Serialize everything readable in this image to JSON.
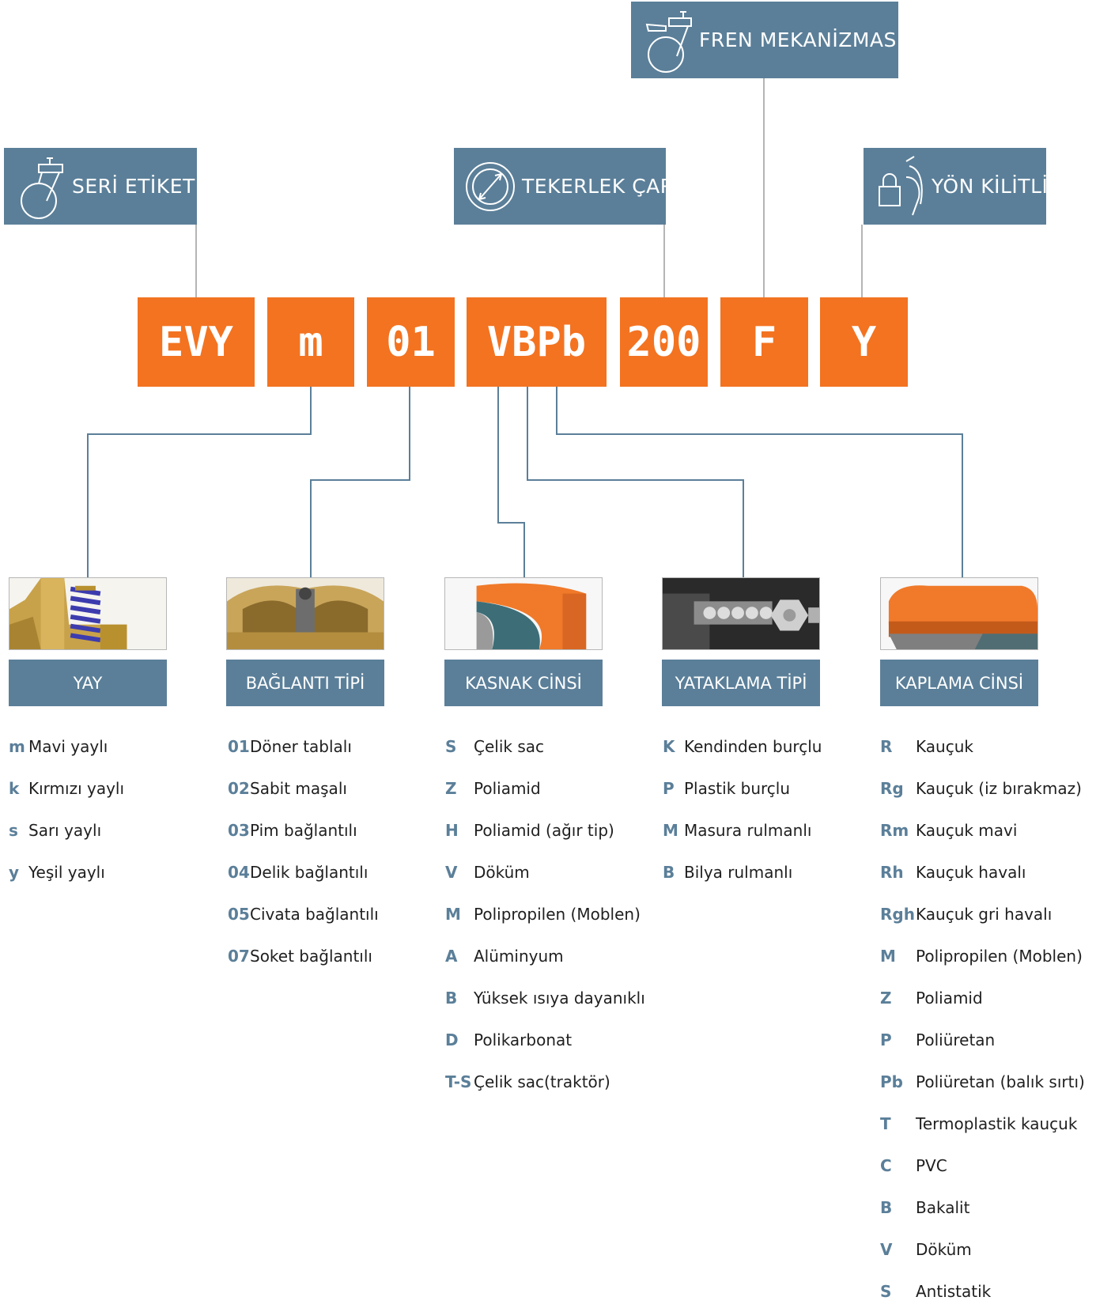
{
  "colors": {
    "steel_blue": "#5b7f99",
    "orange": "#f37321",
    "connector_gray": "#b5b5b5"
  },
  "headers": [
    {
      "icon": "caster-wheel-icon",
      "label": "SERİ ETİKETİ"
    },
    {
      "icon": "diameter-icon",
      "label": "TEKERLEK ÇAPI"
    },
    {
      "icon": "brake-caster-icon",
      "label": "FREN MEKANİZMASI"
    },
    {
      "icon": "padlock-caster-icon",
      "label": "YÖN KİLİTLİ"
    }
  ],
  "code_segments": [
    "EVY",
    "m",
    "01",
    "VBPb",
    "200",
    "F",
    "Y"
  ],
  "categories": [
    {
      "photo": "spring-photo",
      "label": "YAY",
      "options": [
        {
          "code": "m",
          "text": "Mavi yaylı"
        },
        {
          "code": "k",
          "text": "Kırmızı yaylı"
        },
        {
          "code": "s",
          "text": "Sarı yaylı"
        },
        {
          "code": "y",
          "text": "Yeşil yaylı"
        }
      ]
    },
    {
      "photo": "connection-photo",
      "label": "BAĞLANTI TİPİ",
      "options": [
        {
          "code": "01",
          "text": "Döner tablalı"
        },
        {
          "code": "02",
          "text": "Sabit maşalı"
        },
        {
          "code": "03",
          "text": "Pim bağlantılı"
        },
        {
          "code": "04",
          "text": "Delik bağlantılı"
        },
        {
          "code": "05",
          "text": "Civata bağlantılı"
        },
        {
          "code": "07",
          "text": "Soket bağlantılı"
        }
      ]
    },
    {
      "photo": "rim-photo",
      "label": "KASNAK CİNSİ",
      "options": [
        {
          "code": "S",
          "text": "Çelik sac"
        },
        {
          "code": "Z",
          "text": "Poliamid"
        },
        {
          "code": "H",
          "text": "Poliamid (ağır tip)"
        },
        {
          "code": "V",
          "text": "Döküm"
        },
        {
          "code": "M",
          "text": "Polipropilen (Moblen)"
        },
        {
          "code": "A",
          "text": "Alüminyum"
        },
        {
          "code": "B",
          "text": "Yüksek ısıya dayanıklı"
        },
        {
          "code": "D",
          "text": "Polikarbonat"
        },
        {
          "code": "T-S",
          "text": "Çelik sac(traktör)"
        }
      ]
    },
    {
      "photo": "bearing-photo",
      "label": "YATAKLAMA TİPİ",
      "options": [
        {
          "code": "K",
          "text": "Kendinden burçlu"
        },
        {
          "code": "P",
          "text": "Plastik burçlu"
        },
        {
          "code": "M",
          "text": "Masura rulmanlı"
        },
        {
          "code": "B",
          "text": "Bilya rulmanlı"
        }
      ]
    },
    {
      "photo": "tread-photo",
      "label": "KAPLAMA CİNSİ",
      "options": [
        {
          "code": "R",
          "text": "Kauçuk"
        },
        {
          "code": "Rg",
          "text": "Kauçuk (iz bırakmaz)"
        },
        {
          "code": "Rm",
          "text": "Kauçuk mavi"
        },
        {
          "code": "Rh",
          "text": "Kauçuk havalı"
        },
        {
          "code": "Rgh",
          "text": "Kauçuk gri havalı"
        },
        {
          "code": "M",
          "text": "Polipropilen  (Moblen)"
        },
        {
          "code": "Z",
          "text": "Poliamid"
        },
        {
          "code": "P",
          "text": "Poliüretan"
        },
        {
          "code": "Pb",
          "text": "Poliüretan (balık sırtı)"
        },
        {
          "code": "T",
          "text": "Termoplastik kauçuk"
        },
        {
          "code": "C",
          "text": "PVC"
        },
        {
          "code": "B",
          "text": "Bakalit"
        },
        {
          "code": "V",
          "text": "Döküm"
        },
        {
          "code": "S",
          "text": "Antistatik"
        }
      ]
    }
  ]
}
